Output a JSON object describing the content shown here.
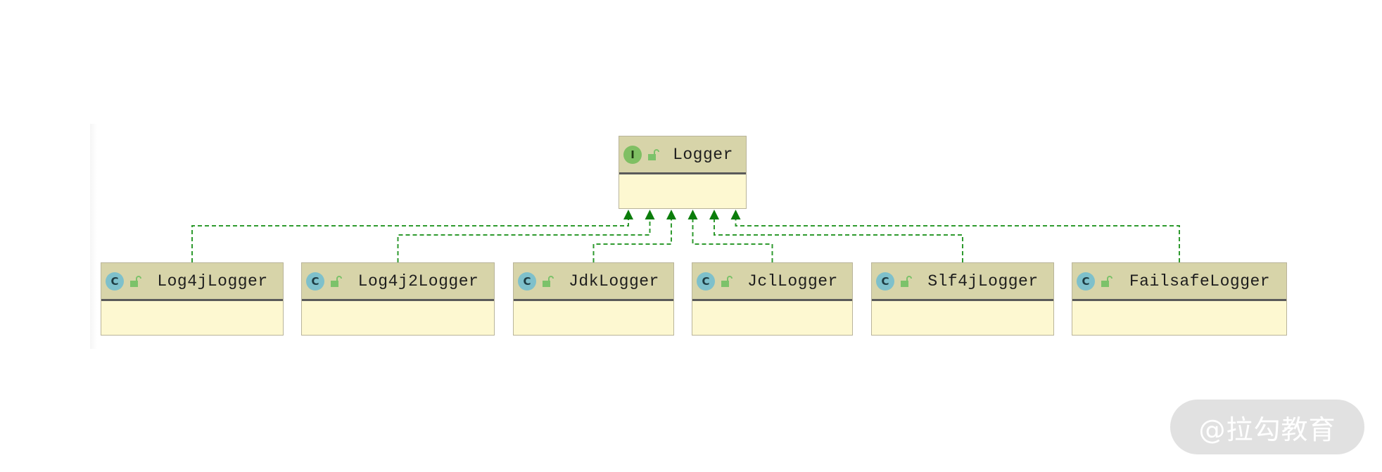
{
  "diagram": {
    "interface": {
      "name": "Logger",
      "kind": "I",
      "kind_icon": "interface-badge-icon",
      "visibility_icon": "public-lock-icon"
    },
    "implementations": [
      {
        "name": "Log4jLogger",
        "kind": "C"
      },
      {
        "name": "Log4j2Logger",
        "kind": "C"
      },
      {
        "name": "JdkLogger",
        "kind": "C"
      },
      {
        "name": "JclLogger",
        "kind": "C"
      },
      {
        "name": "Slf4jLogger",
        "kind": "C"
      },
      {
        "name": "FailsafeLogger",
        "kind": "C"
      }
    ],
    "relationship": "implements",
    "colors": {
      "header": "#d7d4a9",
      "body": "#fdf8d1",
      "edge": "#2e9a2e",
      "arrow": "#0b7d0b",
      "class_badge": "#7ec0cb",
      "interface_badge": "#7fbf63",
      "lock": "#7cc26a"
    }
  },
  "watermark": {
    "text": "@拉勾教育"
  }
}
